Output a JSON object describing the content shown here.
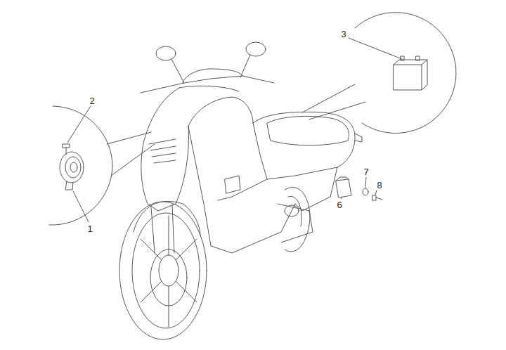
{
  "diagram": {
    "labels": [
      "3",
      "2",
      "7",
      "8",
      "6",
      "1"
    ]
  }
}
